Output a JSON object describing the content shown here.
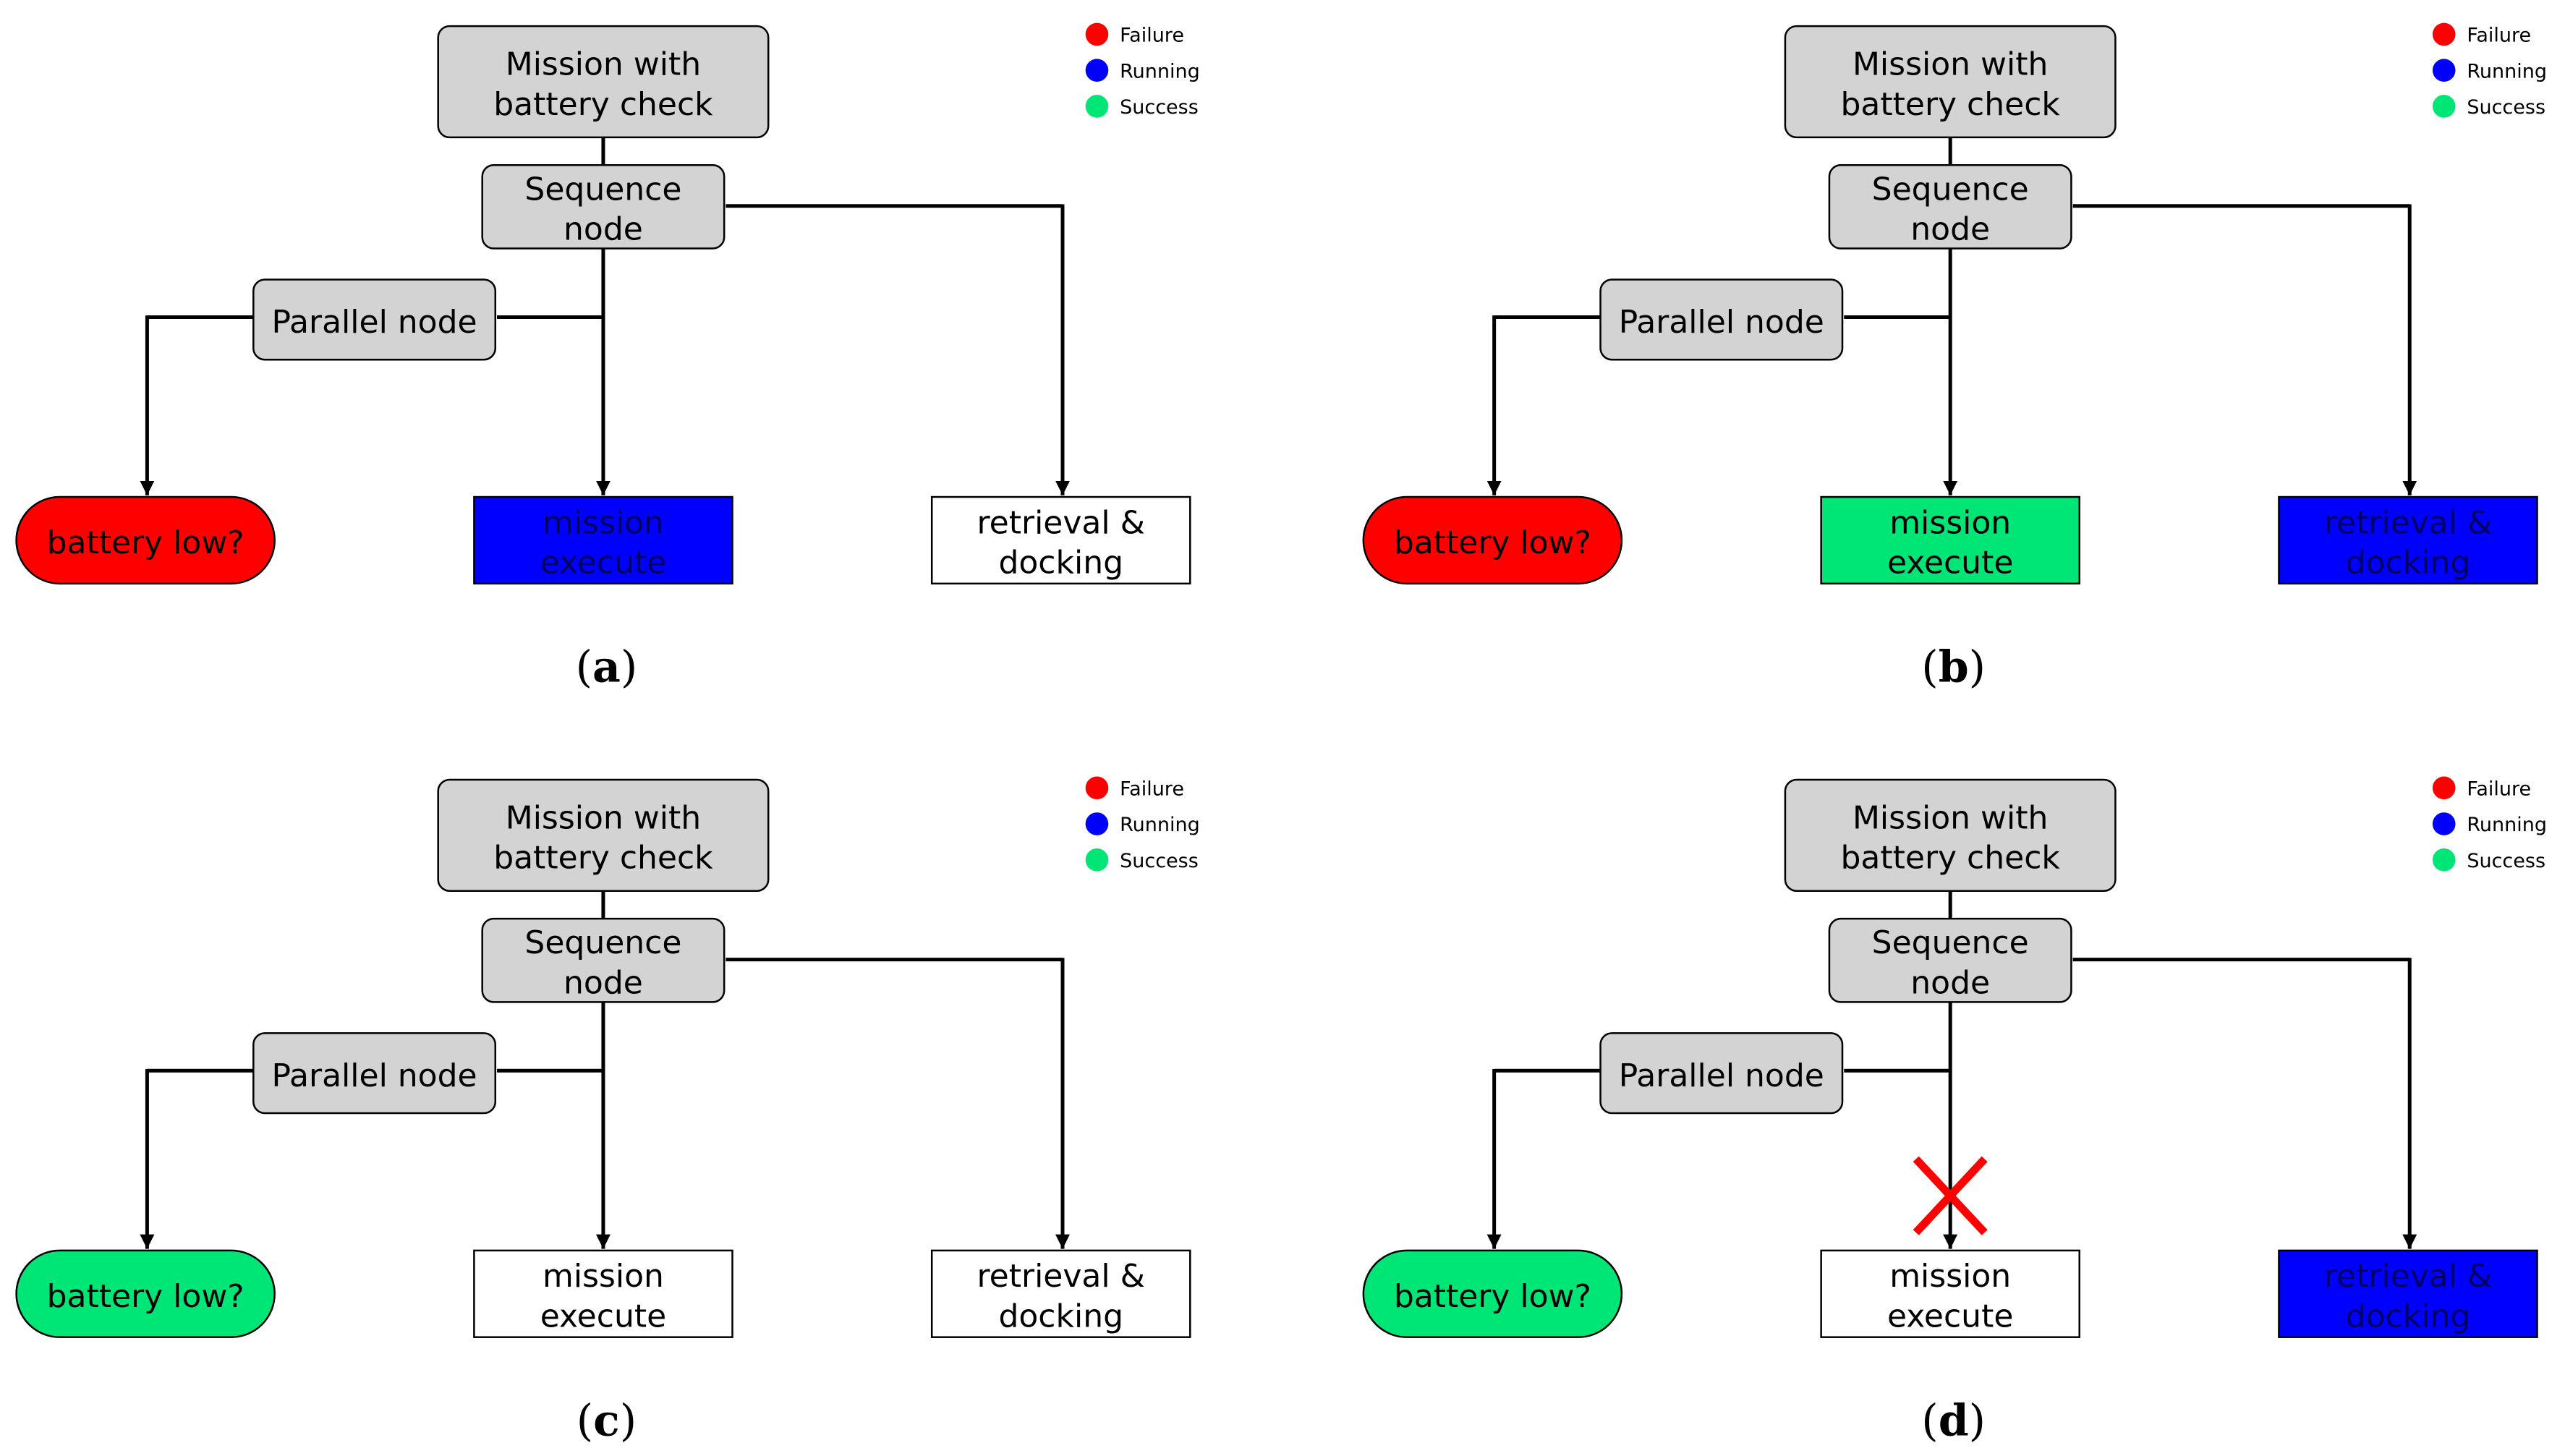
{
  "diagram": {
    "labels": {
      "root": "Mission with battery check",
      "sequence": "Sequence node",
      "parallel": "Parallel node",
      "condition": "battery low?",
      "mission": "mission execute",
      "retrieval": "retrieval & docking"
    },
    "legend": [
      {
        "label": "Failure",
        "color": "#ff0000"
      },
      {
        "label": "Running",
        "color": "#0000ff"
      },
      {
        "label": "Success",
        "color": "#00e676"
      }
    ],
    "colors": {
      "control_node": "#d3d3d3",
      "idle": "#ffffff",
      "failure": "#ff0000",
      "running": "#0000ff",
      "success": "#00e676",
      "edge": "#000000",
      "cross": "#ff0000"
    },
    "panels": [
      {
        "id": "a",
        "caption_letter": "a",
        "condition_state": "failure",
        "mission_state": "running",
        "retrieval_state": "idle",
        "mission_cancelled": false
      },
      {
        "id": "b",
        "caption_letter": "b",
        "condition_state": "failure",
        "mission_state": "success",
        "retrieval_state": "running",
        "mission_cancelled": false
      },
      {
        "id": "c",
        "caption_letter": "c",
        "condition_state": "success",
        "mission_state": "idle",
        "retrieval_state": "idle",
        "mission_cancelled": false
      },
      {
        "id": "d",
        "caption_letter": "d",
        "condition_state": "success",
        "mission_state": "idle",
        "retrieval_state": "running",
        "mission_cancelled": true
      }
    ]
  }
}
